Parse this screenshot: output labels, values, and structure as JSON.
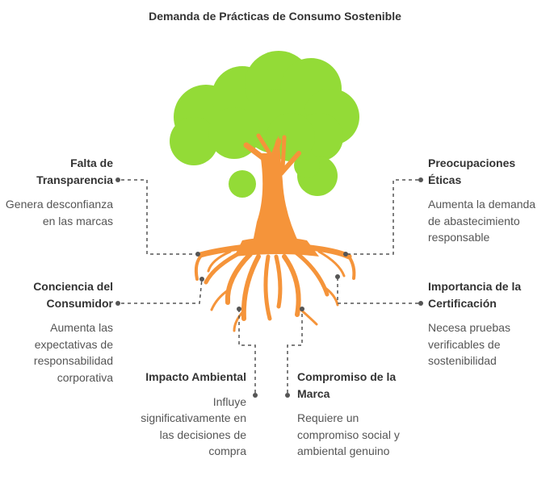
{
  "title": "Demanda de Prácticas de Consumo Sostenible",
  "colors": {
    "foliage": "#93db37",
    "trunk": "#f5943a",
    "connector": "#555555",
    "heading": "#333333",
    "body": "#555555"
  },
  "factors": [
    {
      "heading": "Falta de Transparencia",
      "description": "Genera desconfianza en las marcas"
    },
    {
      "heading": "Conciencia del Consumidor",
      "description": "Aumenta las expectativas de responsabilidad corporativa"
    },
    {
      "heading": "Impacto Ambiental",
      "description": "Influye significativamente en las decisiones de compra"
    },
    {
      "heading": "Compromiso de la Marca",
      "description": "Requiere un compromiso social y ambiental genuino"
    },
    {
      "heading": "Importancia de la Certificación",
      "description": "Necesa pruebas verificables de sostenibilidad"
    },
    {
      "heading": "Preocupaciones Éticas",
      "description": "Aumenta la demanda de abastecimiento responsable"
    }
  ]
}
